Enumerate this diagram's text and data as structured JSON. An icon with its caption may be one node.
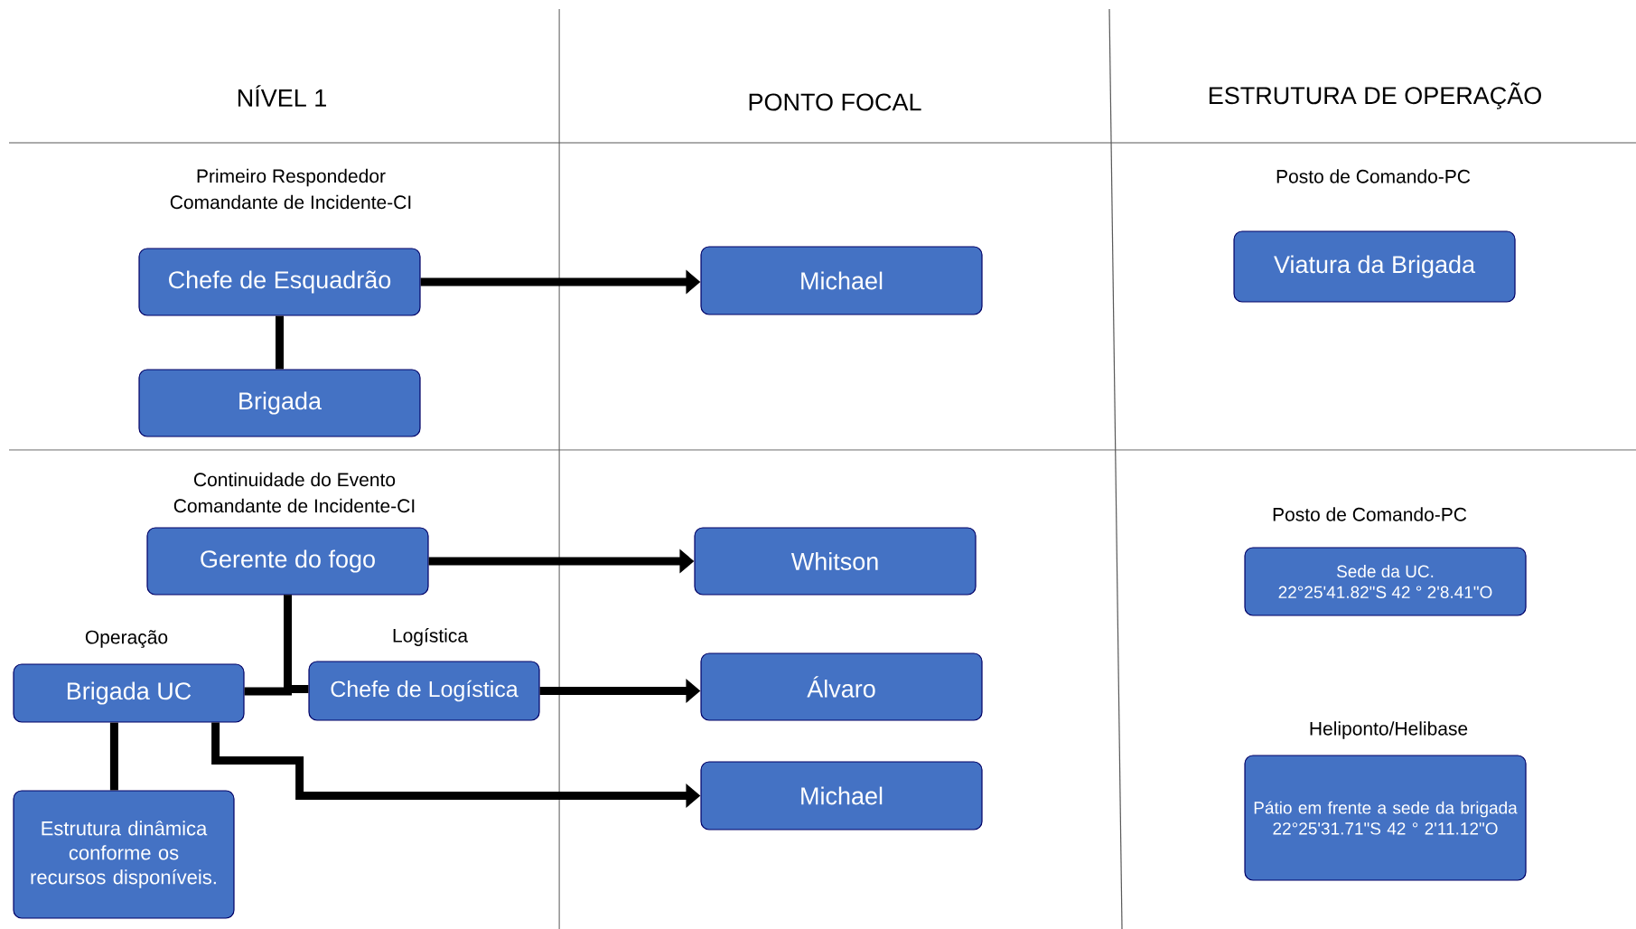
{
  "diagram": {
    "nodes": [
      {
        "text": [
          "Primeiro Respondedor",
          "Comandante de Incidente-CI",
          "Chefe de Esquadrão"
        ]
      },
      {
        "text": [
          "Brigada"
        ]
      },
      {
        "text": [
          "Michael"
        ]
      },
      {
        "text": [
          "Posto de Comando-PC",
          "Viatura da Brigada"
        ]
      },
      {
        "text": [
          "Continuidade do Evento",
          "Comandante de Incidente-CI",
          "Gerente do fogo"
        ]
      },
      {
        "text": [
          "Whitson"
        ]
      },
      {
        "text": [
          "Posto de Comando-PC",
          "Sede da UC.",
          "22°25'41.82\"S 42 ° 2'8.41\"O"
        ]
      },
      {
        "text": [
          "Operação",
          "Brigada UC"
        ]
      },
      {
        "text": [
          "Logística",
          "Chefe de Logística"
        ]
      },
      {
        "text": [
          "Álvaro"
        ]
      },
      {
        "text": [
          "Michael"
        ]
      },
      {
        "text": [
          "Heliponto/Helibase",
          "Pátio em frente a sede da brigada",
          "22°25'31.71\"S 42 ° 2'11.12\"O"
        ]
      },
      {
        "text": [
          "Estrutura dinâmica conforme os recursos disponíveis."
        ]
      }
    ],
    "edges": [
      {
        "from": 0,
        "to": 2,
        "arrow": "to"
      },
      {
        "from": 0,
        "to": 1,
        "arrow": "none"
      },
      {
        "from": 4,
        "to": 5,
        "arrow": "to"
      },
      {
        "from": 4,
        "to": 7,
        "arrow": "none"
      },
      {
        "from": 4,
        "to": 8,
        "arrow": "none"
      },
      {
        "from": 8,
        "to": 9,
        "arrow": "to"
      },
      {
        "from": 7,
        "to": 10,
        "arrow": "to"
      },
      {
        "from": 7,
        "to": 12,
        "arrow": "none"
      }
    ],
    "labels": [
      "NÍVEL 1",
      "PONTO FOCAL",
      "ESTRUTURA DE OPERAÇÃO"
    ]
  }
}
